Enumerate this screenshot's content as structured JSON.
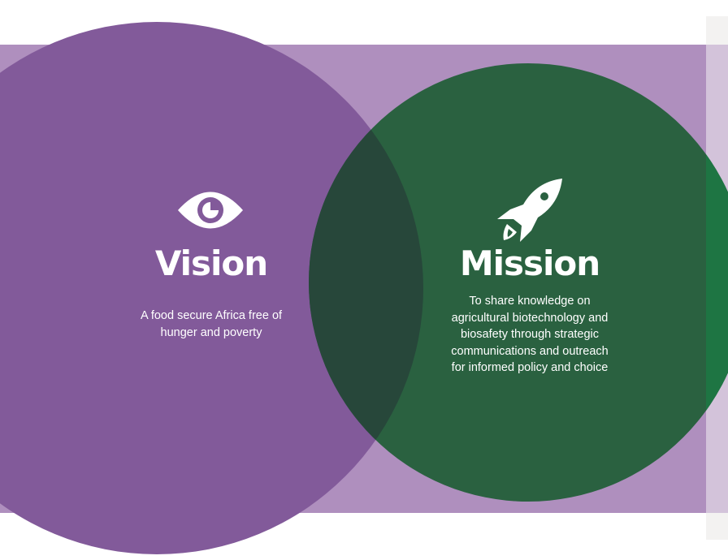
{
  "vision": {
    "icon": "eye-icon",
    "title": "Vision",
    "lines": [
      "A food secure Africa free of",
      "hunger and poverty"
    ]
  },
  "mission": {
    "icon": "rocket-icon",
    "title": "Mission",
    "lines": [
      "To share knowledge on",
      "agricultural biotechnology and",
      "biosafety through strategic",
      "communications and outreach",
      "for informed policy and choice"
    ]
  },
  "colors": {
    "band": "#af8fbe",
    "vision_circle": "#825a9a",
    "mission_circle": "#2a6140",
    "overlap": "#27473a",
    "side_strip": "#f3f2f1"
  }
}
